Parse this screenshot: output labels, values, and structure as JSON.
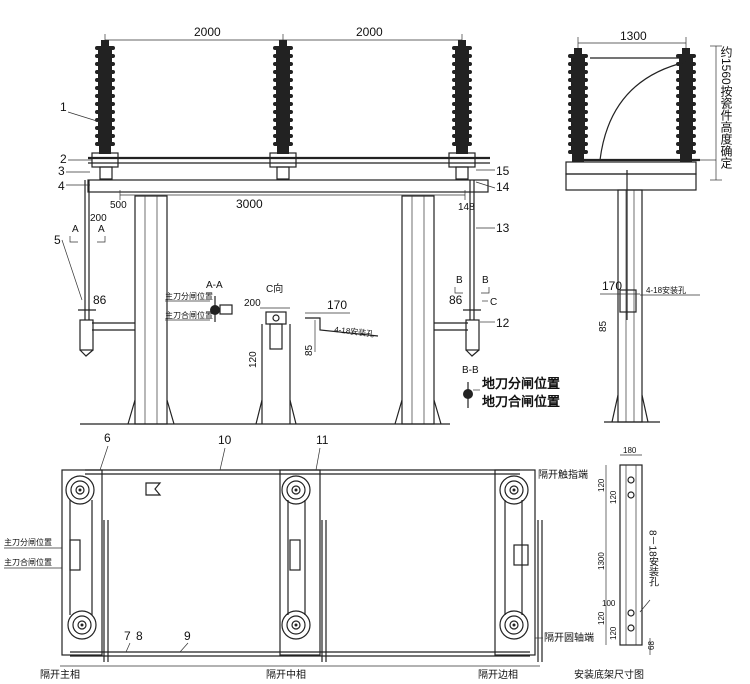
{
  "front_view": {
    "dims": {
      "span_left": "2000",
      "span_right": "2000",
      "beam": "3000",
      "d200": "200",
      "d500": "500",
      "d148": "148",
      "d86_left": "86",
      "d86_right": "86"
    },
    "labels": {
      "l1": "1",
      "l2": "2",
      "l3": "3",
      "l4": "4",
      "l5": "5",
      "l12": "12",
      "l13": "13",
      "l14": "14",
      "l15": "15"
    },
    "section_marks": {
      "a1": "A",
      "a2": "A",
      "b1": "B",
      "b2": "B",
      "c": "C"
    }
  },
  "detail_aa": {
    "title": "A-A",
    "open_pos": "主刀分闸位置",
    "close_pos": "主刀合闸位置"
  },
  "detail_c": {
    "title": "C向",
    "d200": "200",
    "d120": "120"
  },
  "detail_bb": {
    "title": "B-B",
    "open_pos": "地刀分闸位置",
    "close_pos": "地刀合闸位置"
  },
  "hole_detail_front": {
    "d170": "170",
    "d85": "85",
    "hole": "4-18安装孔"
  },
  "side_view": {
    "d1300": "1300",
    "height_note": "约1560按瓷件高度确定",
    "d170": "170",
    "d85": "85",
    "hole": "4-18安装孔"
  },
  "plan_view": {
    "labels": {
      "l6": "6",
      "l7": "7",
      "l8": "8",
      "l9": "9",
      "l10": "10",
      "l11": "11"
    },
    "open_pos": "主刀分闸位置",
    "close_pos": "主刀合闸位置",
    "contact_end": "隔开触指端",
    "shaft_end": "隔开圆轴端",
    "main_pole": "隔开主相",
    "middle_pole": "隔开中相",
    "side_pole": "隔开边相"
  },
  "base_detail": {
    "d180": "180",
    "d120a": "120",
    "d120b": "120",
    "d1300": "1300",
    "d100": "100",
    "d120c": "120",
    "d120d": "120",
    "d68": "68",
    "hole": "8－18安装孔",
    "caption": "安装底架尺寸图"
  }
}
